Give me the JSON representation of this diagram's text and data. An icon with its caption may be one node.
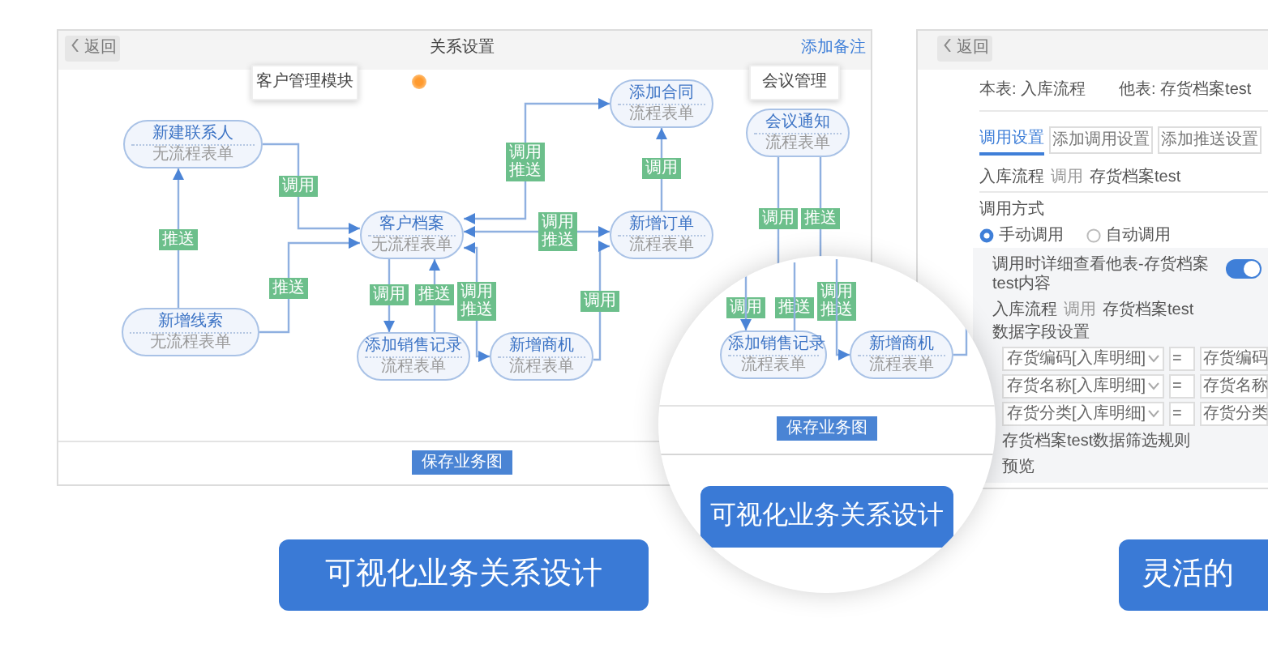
{
  "diagram": {
    "nodes": [
      {
        "text": [
          "客户管理模块"
        ]
      },
      {
        "text": [
          "会议管理"
        ]
      },
      {
        "text": [
          "新建联系人",
          "无流程表单"
        ]
      },
      {
        "text": [
          "添加合同",
          "流程表单"
        ]
      },
      {
        "text": [
          "会议通知",
          "流程表单"
        ]
      },
      {
        "text": [
          "客户档案",
          "无流程表单"
        ]
      },
      {
        "text": [
          "新增订单",
          "流程表单"
        ]
      },
      {
        "text": [
          "新增线索",
          "无流程表单"
        ]
      },
      {
        "text": [
          "添加销售记录",
          "流程表单"
        ]
      },
      {
        "text": [
          "新增商机",
          "流程表单"
        ]
      },
      {
        "text": [
          "添加销售记录",
          "流程表单"
        ]
      },
      {
        "text": [
          "新增商机",
          "流程表单"
        ]
      }
    ],
    "edges": [
      {
        "from": 2,
        "to": 5,
        "arrow": "to",
        "label": "调用"
      },
      {
        "from": 7,
        "to": 2,
        "arrow": "to",
        "label": "推送"
      },
      {
        "from": 7,
        "to": 5,
        "arrow": "to",
        "label": "推送"
      },
      {
        "from": 5,
        "to": 8,
        "arrow": "to",
        "label": "调用"
      },
      {
        "from": 8,
        "to": 5,
        "arrow": "to",
        "label": "推送"
      },
      {
        "from": 5,
        "to": 6,
        "arrow": "both",
        "label": "调用推送"
      },
      {
        "from": 5,
        "to": 3,
        "arrow": "both",
        "label": "调用推送"
      },
      {
        "from": 6,
        "to": 3,
        "arrow": "to",
        "label": "调用"
      },
      {
        "from": 9,
        "to": 6,
        "arrow": "to",
        "label": "调用"
      },
      {
        "from": 5,
        "to": 9,
        "arrow": "both",
        "label": "调用推送"
      },
      {
        "from": 4,
        "to": null,
        "arrow": "none",
        "label": "调用"
      },
      {
        "from": 4,
        "to": null,
        "arrow": "none",
        "label": "推送"
      },
      {
        "from": null,
        "to": 10,
        "arrow": "to",
        "label": "调用"
      },
      {
        "from": 10,
        "to": null,
        "arrow": "none",
        "label": "推送"
      },
      {
        "from": null,
        "to": 11,
        "arrow": "to",
        "label": "调用推送"
      },
      {
        "from": 11,
        "to": null,
        "arrow": "none"
      }
    ],
    "labels": [
      "返回",
      "关系设置",
      "添加备注",
      "保存业务图",
      "可视化业务关系设计",
      "保存业务图",
      "可视化业务关系设计",
      "返回",
      "本表: 入库流程",
      "他表: 存货档案test",
      "调用设置",
      "添加调用设置",
      "添加推送设置",
      "入库流程",
      "调用",
      "存货档案test",
      "调用方式",
      "手动调用",
      "自动调用",
      "调用时详细查看他表-存货档案test内容",
      "入库流程",
      "调用",
      "存货档案test",
      "数据字段设置",
      "存货编码[入库明细]",
      "=",
      "存货编码",
      "存货名称[入库明细]",
      "=",
      "存货名称",
      "存货分类[入库明细]",
      "=",
      "存货分类",
      "存货档案test数据筛选规则",
      "预览",
      "灵活的"
    ]
  }
}
